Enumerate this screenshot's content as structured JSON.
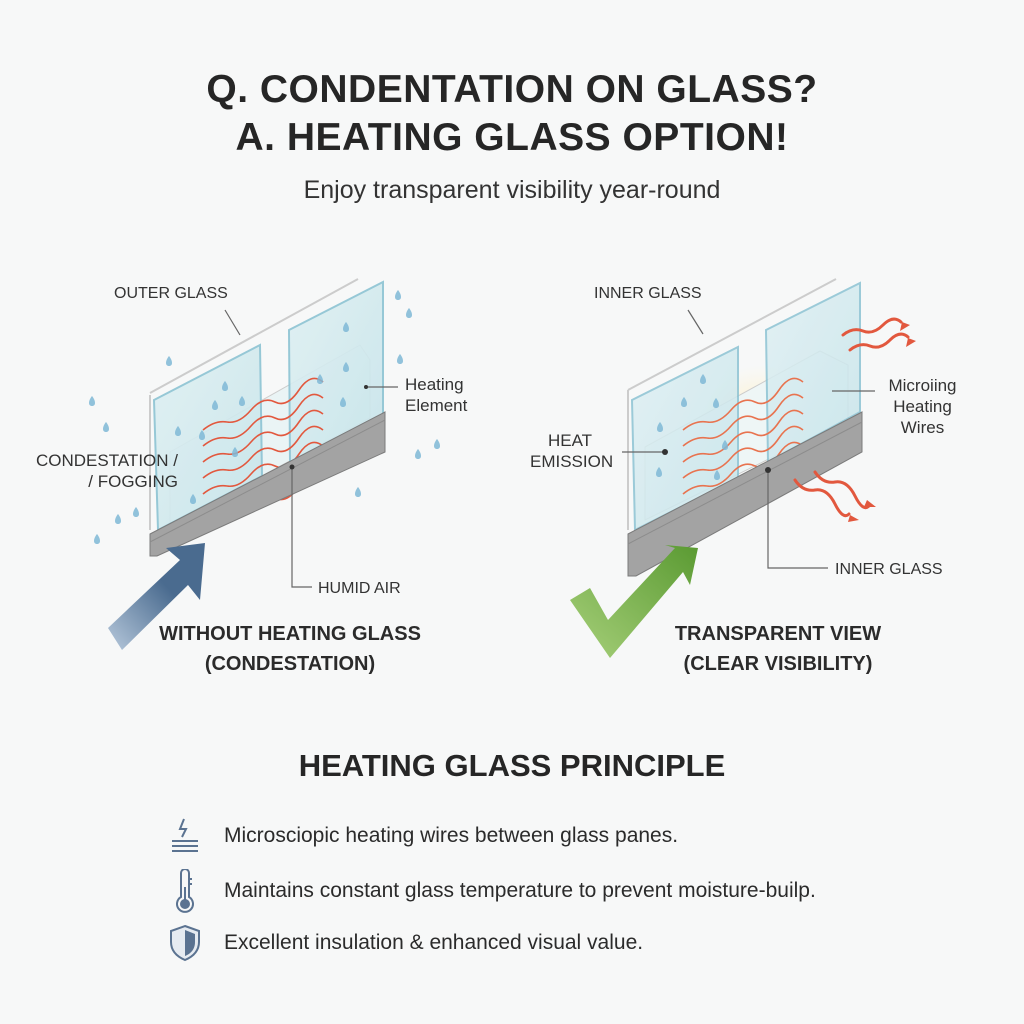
{
  "header": {
    "title_line1": "Q. CONDENTATION ON GLASS?",
    "title_line2": "A. HEATING GLASS OPTION!",
    "subtitle": "Enjoy transparent visibility year-round"
  },
  "left_diagram": {
    "label_top": "OUTER GLASS",
    "label_right_1": "Heating",
    "label_right_2": "Element",
    "label_left_1": "CONDESTATION /",
    "label_left_2": "/ FOGGING",
    "label_bottom": "HUMID AIR",
    "caption_1": "WITHOUT HEATING GLASS",
    "caption_2": "(CONDESTATION)"
  },
  "right_diagram": {
    "label_top": "INNER GLASS",
    "label_right_1": "Microiing",
    "label_right_2": "Heating",
    "label_right_3": "Wires",
    "label_left_1": "HEAT",
    "label_left_2": "EMISSION",
    "label_bottom": "INNER GLASS",
    "caption_1": "TRANSPARENT VIEW",
    "caption_2": "(CLEAR VISIBILITY)"
  },
  "principle": {
    "title": "HEATING GLASS PRINCIPLE",
    "items": [
      {
        "icon": "heating-wire-icon",
        "text": "Microsciopic heating wires between glass panes."
      },
      {
        "icon": "thermometer-icon",
        "text": "Maintains constant glass temperature to prevent moisture-builp."
      },
      {
        "icon": "shield-icon",
        "text": "Excellent insulation & enhanced visual value."
      }
    ]
  },
  "colors": {
    "drop": "#7fb8d6",
    "wire": "#e2583e",
    "blue_arrow": "#4a6b8f",
    "green_check": "#6aaa3a",
    "icon": "#5b7391"
  }
}
